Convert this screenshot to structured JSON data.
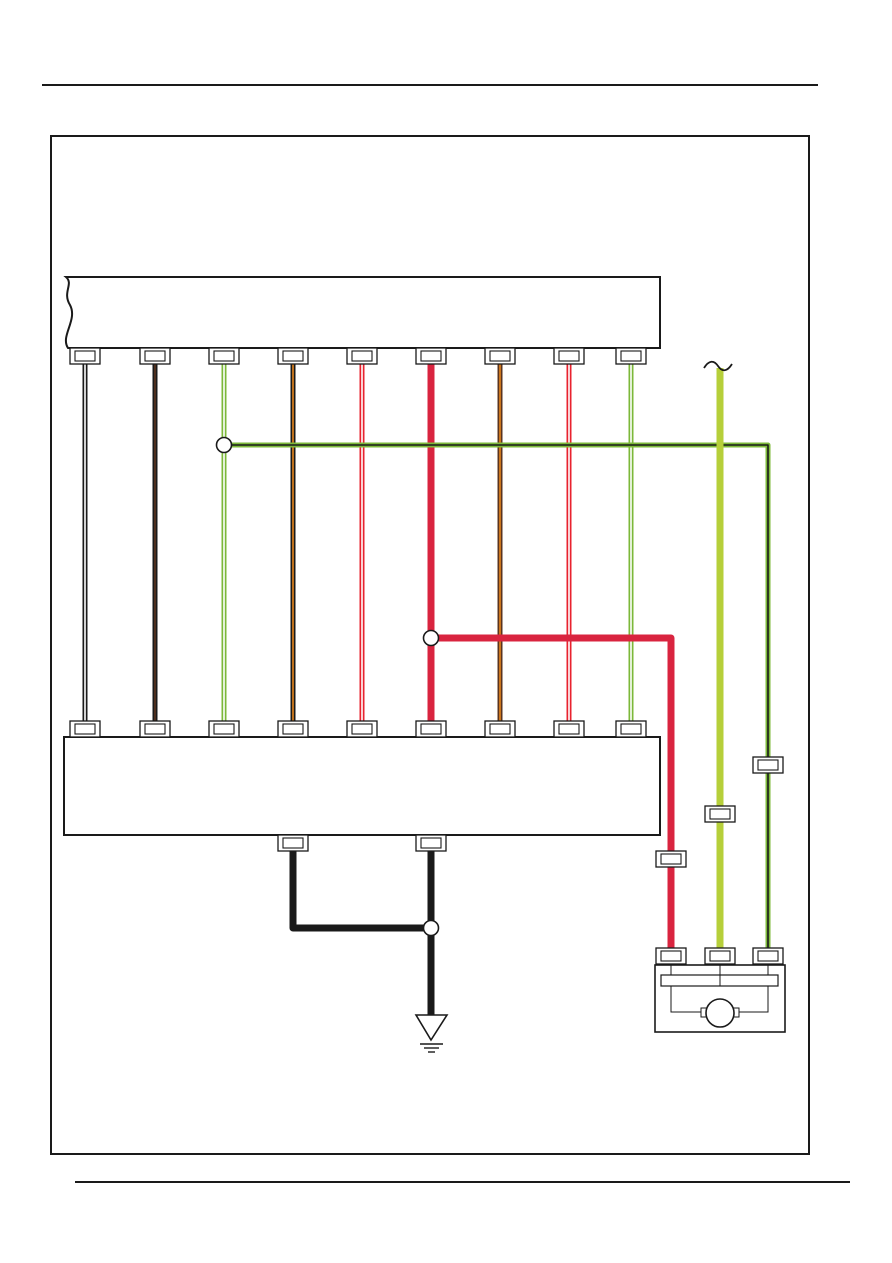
{
  "colors": {
    "frame": "#1a1a1a",
    "black": "#1a1a1a",
    "brown": "#5a3520",
    "green": "#7cb83a",
    "orange": "#e8871e",
    "red": "#e8232f",
    "crimson": "#d9243f",
    "yellow_green": "#b6cf3a",
    "white": "#ffffff"
  },
  "wires": [
    {
      "id": "w1",
      "base": "black",
      "stripe": "white",
      "thick": false
    },
    {
      "id": "w2",
      "base": "black",
      "stripe": "brown",
      "thick": false
    },
    {
      "id": "w3",
      "base": "green",
      "stripe": "white",
      "thick": false
    },
    {
      "id": "w4",
      "base": "black",
      "stripe": "orange",
      "thick": false
    },
    {
      "id": "w5",
      "base": "red",
      "stripe": "white",
      "thick": false
    },
    {
      "id": "w6",
      "base": "crimson",
      "stripe": "",
      "thick": true
    },
    {
      "id": "w7",
      "base": "brown",
      "stripe": "orange",
      "thick": false
    },
    {
      "id": "w8",
      "base": "red",
      "stripe": "white",
      "thick": false
    },
    {
      "id": "w9",
      "base": "green",
      "stripe": "white",
      "thick": false
    }
  ],
  "ground_wire": {
    "base": "black",
    "thick": true
  },
  "motor_wires": [
    {
      "id": "m1",
      "base": "crimson",
      "stripe": "",
      "thick": true
    },
    {
      "id": "m2",
      "base": "yellow_green",
      "stripe": "",
      "thick": true
    },
    {
      "id": "m3",
      "base": "green",
      "stripe": "black",
      "thick": false
    }
  ],
  "icons": {
    "ground": "ground-symbol-icon",
    "motor": "motor-icon",
    "break": "wire-break-icon"
  }
}
